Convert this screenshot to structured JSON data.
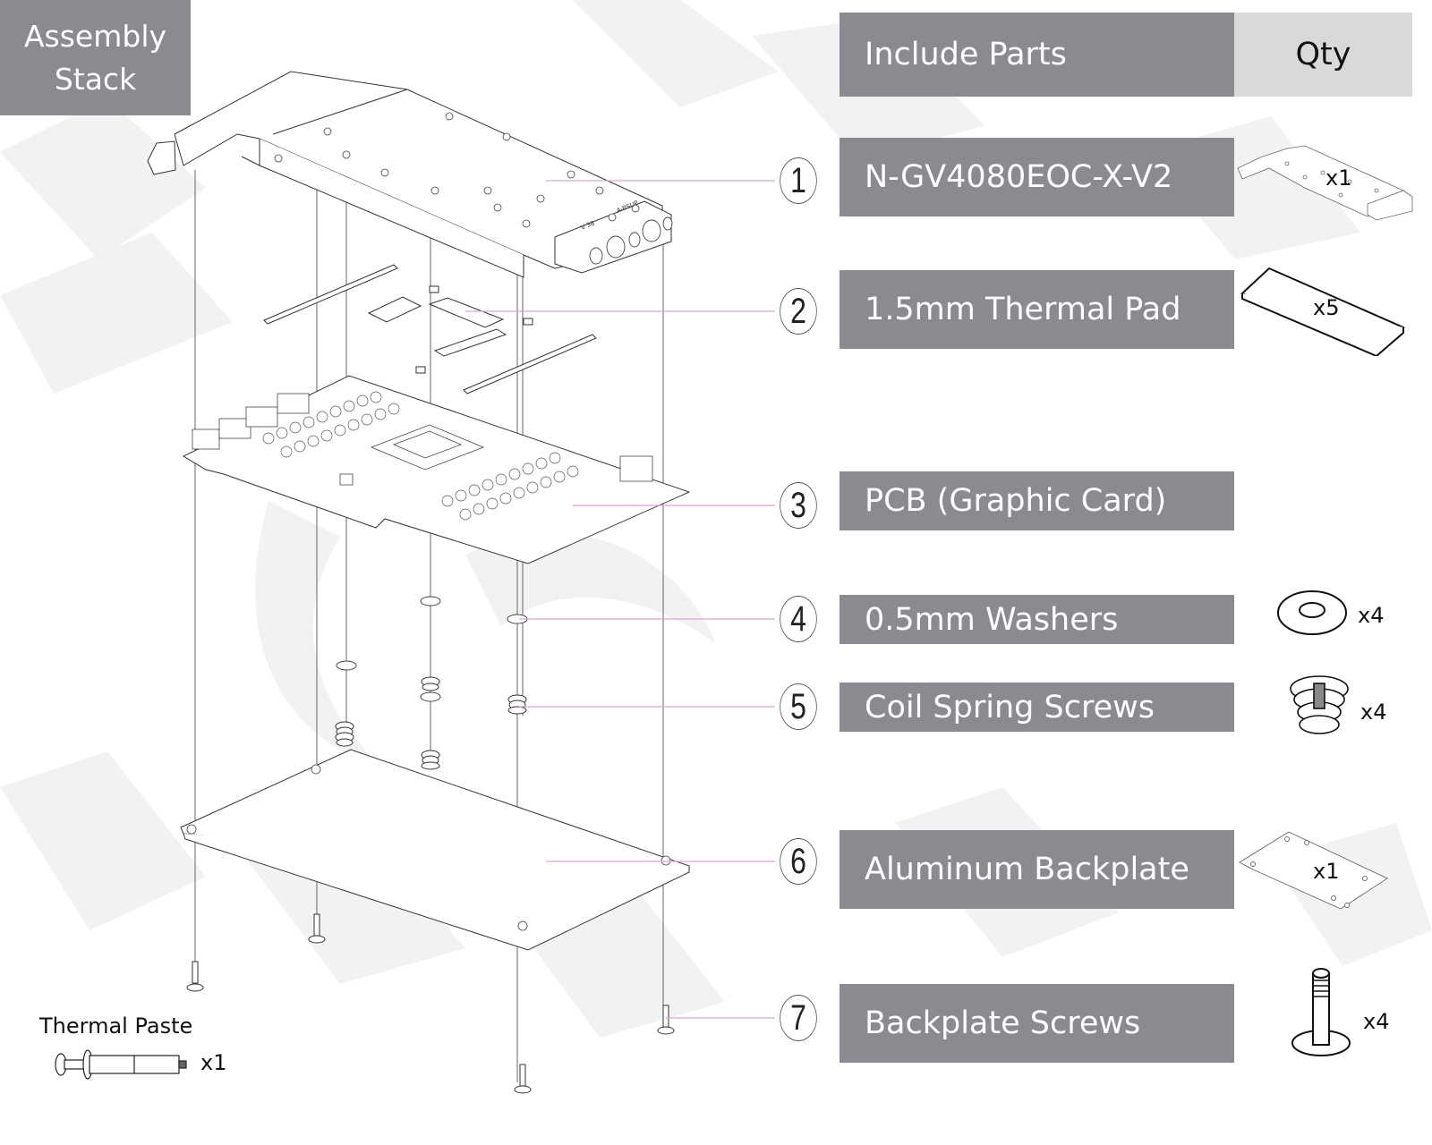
{
  "title": {
    "line1": "Assembly",
    "line2": "Stack"
  },
  "table_header": {
    "parts_label": "Include Parts",
    "qty_label": "Qty"
  },
  "parts": [
    {
      "number": "1",
      "name": "N-GV4080EOC-X-V2",
      "qty": "x1",
      "icon": "waterblock-icon"
    },
    {
      "number": "2",
      "name": "1.5mm Thermal Pad",
      "qty": "x5",
      "icon": "thermal-pad-icon"
    },
    {
      "number": "3",
      "name": "PCB (Graphic Card)",
      "qty": "",
      "icon": ""
    },
    {
      "number": "4",
      "name": "0.5mm Washers",
      "qty": "x4",
      "icon": "washer-icon"
    },
    {
      "number": "5",
      "name": "Coil Spring Screws",
      "qty": "x4",
      "icon": "coil-spring-screw-icon"
    },
    {
      "number": "6",
      "name": "Aluminum Backplate",
      "qty": "x1",
      "icon": "backplate-icon"
    },
    {
      "number": "7",
      "name": "Backplate Screws",
      "qty": "x4",
      "icon": "backplate-screw-icon"
    }
  ],
  "extras": {
    "thermal_paste_label": "Thermal Paste",
    "thermal_paste_qty": "x1",
    "thermal_paste_icon": "syringe-icon"
  },
  "block_labels": {
    "line1": "A-BSUP",
    "line2": "V 38"
  },
  "colors": {
    "bar_gray": "#8a8b90",
    "qty_header_gray": "#d9d9d9",
    "leader_line": "#d9a6d9",
    "line_art": "#333333"
  }
}
